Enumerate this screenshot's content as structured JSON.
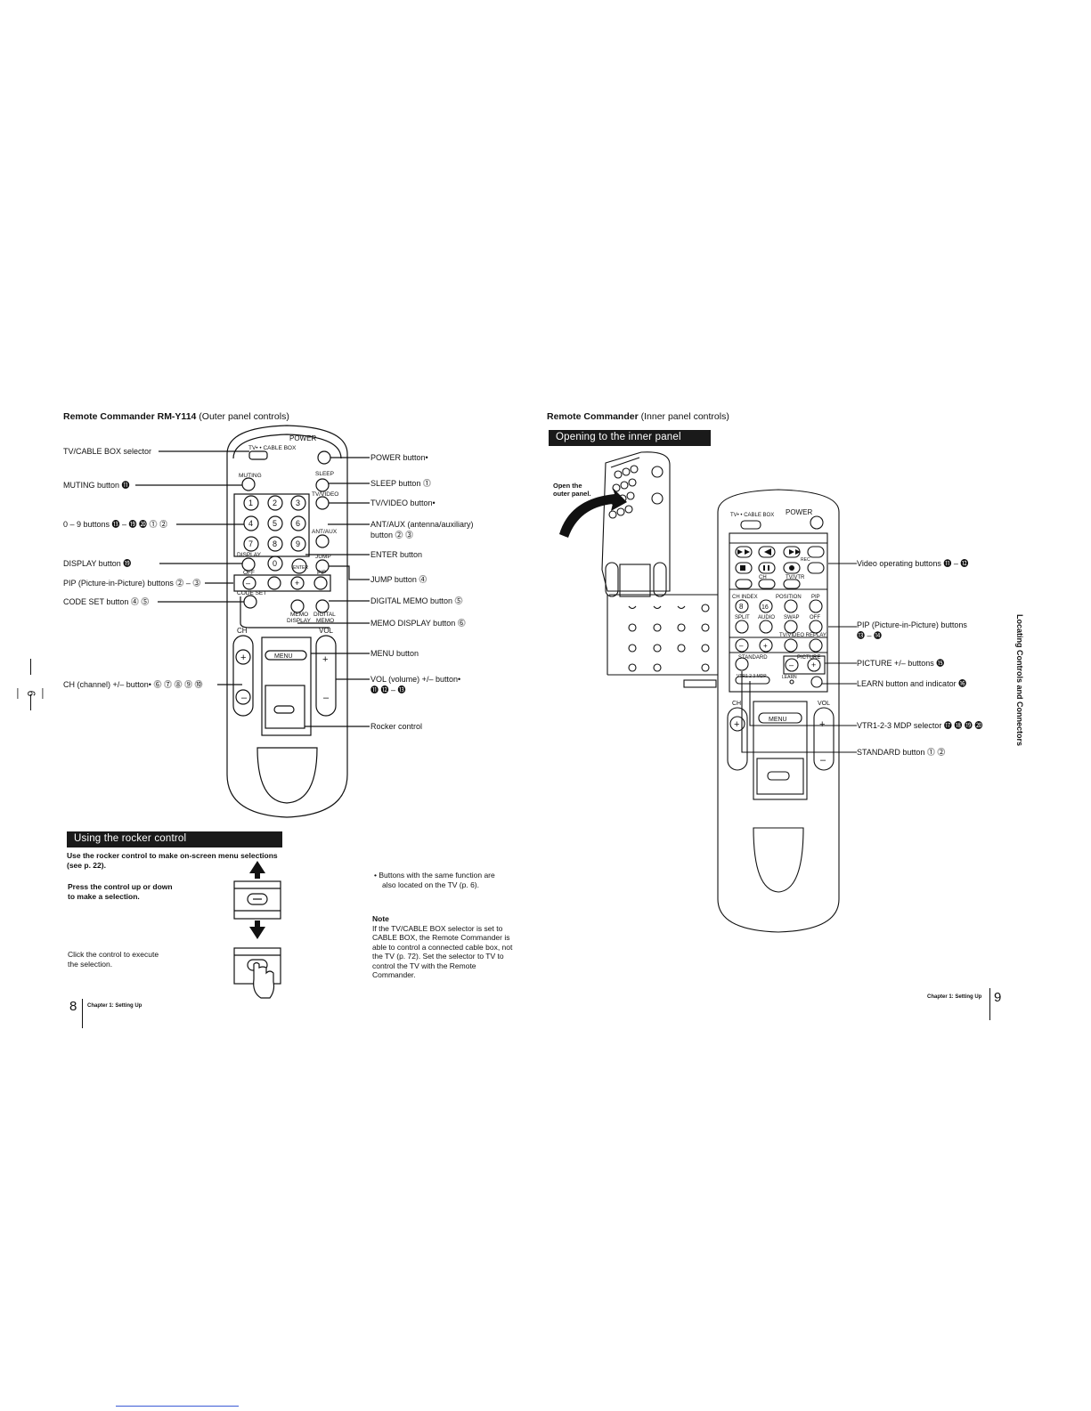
{
  "left": {
    "heading_bold": "Remote Commander RM-Y114",
    "heading_rest": " (Outer panel controls)",
    "remote": {
      "tvcable": "TV• • CABLE BOX",
      "power": "POWER",
      "muting": "MUTING",
      "sleep": "SLEEP",
      "tvvideo": "TV/VIDEO",
      "antaux": "ANT/AUX",
      "jump": "JUMP",
      "display": "DISPLAY",
      "enter": "ENTER",
      "off": "OFF",
      "pip": "PIP",
      "codeset": "CODE SET",
      "memo": "MEMO",
      "display2": "DISPLAY",
      "digital": "DIGITAL",
      "memo2": "MEMO",
      "ch": "CH",
      "vol": "VOL",
      "menu": "MENU",
      "keys": [
        "1",
        "2",
        "3",
        "4",
        "5",
        "6",
        "7",
        "8",
        "9",
        "0"
      ]
    },
    "labels": {
      "tvcable": "TV/CABLE BOX selector",
      "muting": "MUTING button ⓫",
      "digits": "0 – 9 buttons ⓭ – ⓳ ⓴ ⓵ ⓶",
      "display": "DISPLAY button ⓳",
      "pip": "PIP (Picture-in-Picture) buttons ⓶ – ⓷",
      "codeset": "CODE SET button ⓸ ⓹",
      "ch": "CH (channel) +/– button• ⓺ ⓻ ⓼ ⓽ ⓾",
      "power": "POWER button•",
      "sleep": "SLEEP button ⓵",
      "tvvideo": "TV/VIDEO button•",
      "antaux1": "ANT/AUX (antenna/auxiliary)",
      "antaux2": "button ⓶ ⓷",
      "enter": "ENTER button",
      "jump": "JUMP button ⓸",
      "digital": "DIGITAL MEMO button ⓹",
      "memodisplay": "MEMO DISPLAY button ⓺",
      "menu": "MENU button",
      "vol1": "VOL (volume) +/– button•",
      "vol2": "⓫ ⓬ – ⓭",
      "rocker": "Rocker control"
    },
    "rocker_section": {
      "title": "Using the rocker control",
      "intro1": "Use the rocker control to make on-screen menu selections",
      "intro2": "(see p. 22).",
      "press1": "Press the control up or down",
      "press2": "to make a selection.",
      "click1": "Click the control to execute",
      "click2": "the selection."
    },
    "page_number": "8",
    "footer": "Chapter 1: Setting Up"
  },
  "middle": {
    "bullet1": "• Buttons with the same function are",
    "bullet2": "also located on the TV (p. 6).",
    "note_title": "Note",
    "note_lines": [
      "If the TV/CABLE BOX selector is set to",
      "CABLE BOX, the Remote Commander is",
      "able to control a connected cable box, not",
      "the TV (p. 72). Set the selector to TV to",
      "control the TV with the Remote",
      "Commander."
    ]
  },
  "right": {
    "heading_bold": "Remote Commander",
    "heading_rest": " (Inner panel controls)",
    "bar": "Opening to the inner panel",
    "open1": "Open the",
    "open2": "outer panel.",
    "remote": {
      "tvcable": "TV• • CABLE BOX",
      "power": "POWER",
      "rec": "REC",
      "ch": "CH",
      "tvvtr": "TV/VTR",
      "chindex": "CH INDEX",
      "position": "POSITION",
      "pip": "PIP",
      "split": "SPLIT",
      "audio": "AUDIO",
      "swap": "SWAP",
      "off": "OFF",
      "tvvideo_replay": "TV/VIDEO REPLAY",
      "standard": "STANDARD",
      "picture": "PICTURE",
      "vtr": "VTR1 2 3 MDP",
      "learn": "LEARN",
      "ch2": "CH",
      "vol": "VOL",
      "menu": "MENU",
      "k8": "8",
      "k16": "16"
    },
    "labels": {
      "video": "Video operating buttons ⓫ – ⓬",
      "pip1": "PIP (Picture-in-Picture) buttons",
      "pip2": "⓭ – ⓮",
      "picture": "PICTURE +/– buttons ⓯",
      "learn": "LEARN button and indicator ⓰",
      "vtr": "VTR1-2-3 MDP selector ⓱ ⓲ ⓳ ⓴",
      "standard": "STANDARD button ⓵ ⓶"
    },
    "side_text": "Locating Controls and Connectors",
    "page_number": "9",
    "footer": "Chapter 1: Setting Up"
  },
  "margin_mark": "— 6 —"
}
